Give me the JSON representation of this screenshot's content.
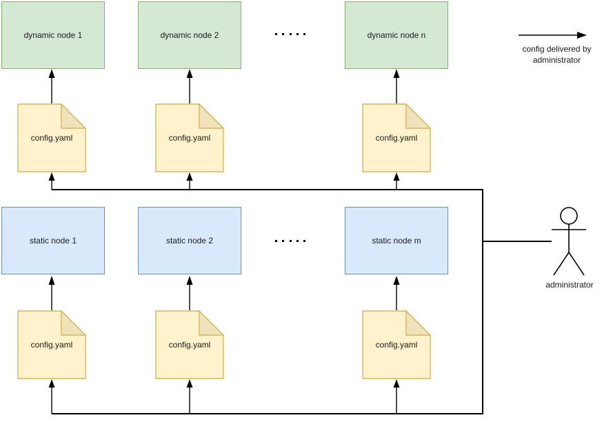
{
  "title": "node configuration delivery diagram",
  "colors": {
    "dynamic_fill": "#d5e8d4",
    "dynamic_stroke": "#82b366",
    "static_fill": "#dae8fc",
    "static_stroke": "#6c8ebf",
    "file_fill": "#fff2cc",
    "file_stroke": "#d6b656",
    "file_fold": "#f0e2bb",
    "line": "#000000"
  },
  "legend": {
    "line1": "config delivered by",
    "line2": "administrator"
  },
  "nodes": {
    "dynamic": [
      {
        "label": "dynamic node 1"
      },
      {
        "label": "dynamic node 2"
      },
      {
        "label": "dynamic node n"
      }
    ],
    "static": [
      {
        "label": "static node 1"
      },
      {
        "label": "static node 2"
      },
      {
        "label": "static node m"
      }
    ]
  },
  "config_file_label": "config.yaml",
  "actor": {
    "label": "administrator"
  },
  "ellipsis": {
    "count": 5
  }
}
